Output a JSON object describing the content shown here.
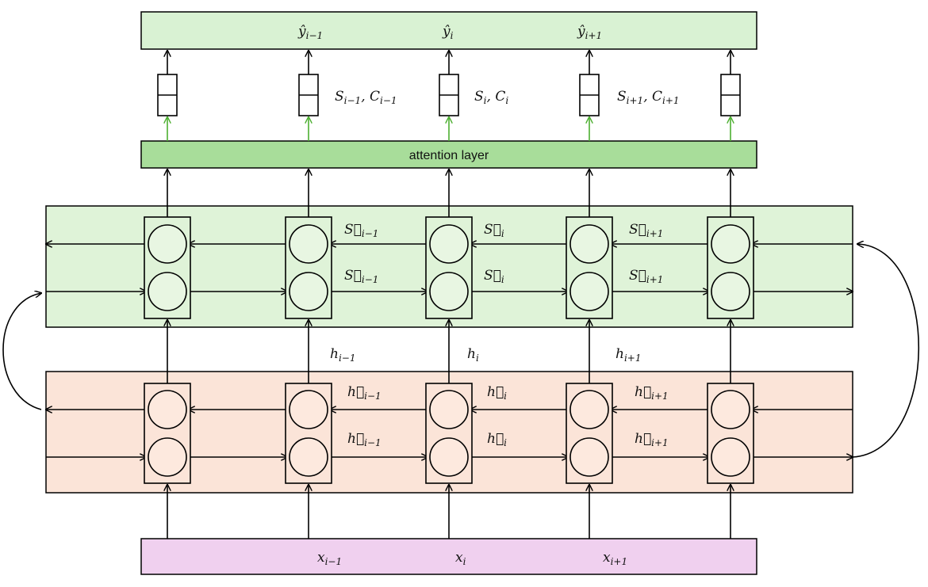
{
  "outputs": {
    "left": {
      "base": "ŷ",
      "sub": "i−1"
    },
    "mid": {
      "base": "ŷ",
      "sub": "i"
    },
    "right": {
      "base": "ŷ",
      "sub": "i+1"
    }
  },
  "states": {
    "left": {
      "s": "S",
      "s_sub": "i−1",
      "sep": ", ",
      "c": "C",
      "c_sub": "i−1"
    },
    "mid": {
      "s": "S",
      "s_sub": "i",
      "sep": ", ",
      "c": "C",
      "c_sub": "i"
    },
    "right": {
      "s": "S",
      "s_sub": "i+1",
      "sep": ", ",
      "c": "C",
      "c_sub": "i+1"
    }
  },
  "attention": {
    "label": "attention layer"
  },
  "decoder": {
    "back": [
      {
        "base": "S⃖",
        "sub": "i−1"
      },
      {
        "base": "S⃖",
        "sub": "i"
      },
      {
        "base": "S⃖",
        "sub": "i+1"
      }
    ],
    "fwd": [
      {
        "base": "S⃗",
        "sub": "i−1"
      },
      {
        "base": "S⃗",
        "sub": "i"
      },
      {
        "base": "S⃗",
        "sub": "i+1"
      }
    ]
  },
  "hidden": [
    {
      "base": "h",
      "sub": "i−1"
    },
    {
      "base": "h",
      "sub": "i"
    },
    {
      "base": "h",
      "sub": "i+1"
    }
  ],
  "encoder": {
    "back": [
      {
        "base": "h⃖",
        "sub": "i−1"
      },
      {
        "base": "h⃖",
        "sub": "i"
      },
      {
        "base": "h⃖",
        "sub": "i+1"
      }
    ],
    "fwd": [
      {
        "base": "h⃗",
        "sub": "i−1"
      },
      {
        "base": "h⃗",
        "sub": "i"
      },
      {
        "base": "h⃗",
        "sub": "i+1"
      }
    ]
  },
  "inputs": [
    {
      "base": "x",
      "sub": "i−1"
    },
    {
      "base": "x",
      "sub": "i"
    },
    {
      "base": "x",
      "sub": "i+1"
    }
  ],
  "colors": {
    "output_fill": "#d9f2d3",
    "attention_fill": "#a8dd9a",
    "decoder_fill": "#dff3d8",
    "encoder_fill": "#fbe4d8",
    "input_fill": "#f0d0ef",
    "green_arrow": "#4caf30",
    "stroke": "#000000"
  }
}
